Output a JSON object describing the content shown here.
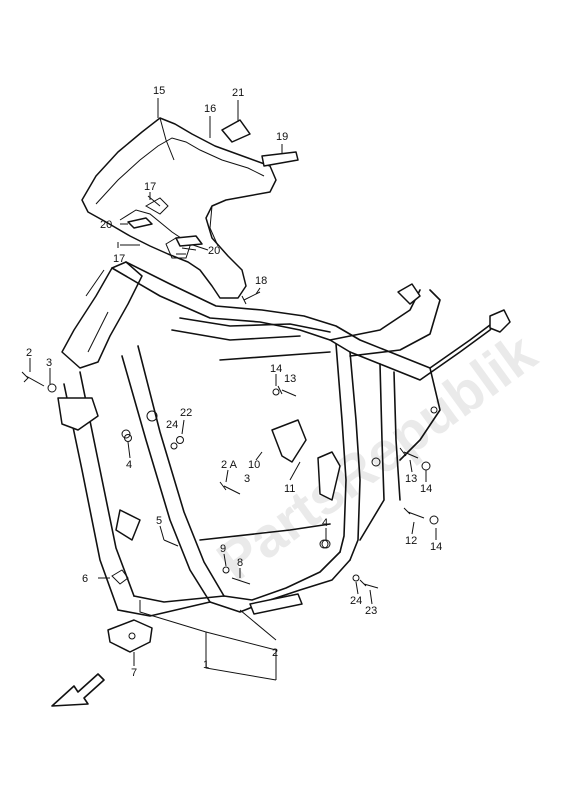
{
  "watermark": "PartsRepublik",
  "callouts": [
    {
      "id": "c15",
      "text": "15"
    },
    {
      "id": "c16",
      "text": "16"
    },
    {
      "id": "c21",
      "text": "21"
    },
    {
      "id": "c19",
      "text": "19"
    },
    {
      "id": "c17a",
      "text": "17"
    },
    {
      "id": "c20a",
      "text": "20"
    },
    {
      "id": "c17b",
      "text": "17"
    },
    {
      "id": "c20b",
      "text": "20"
    },
    {
      "id": "c18",
      "text": "18"
    },
    {
      "id": "c2a",
      "text": "2"
    },
    {
      "id": "c3a",
      "text": "3"
    },
    {
      "id": "c4a",
      "text": "4"
    },
    {
      "id": "c14a",
      "text": "14"
    },
    {
      "id": "c13a",
      "text": "13"
    },
    {
      "id": "c22",
      "text": "22"
    },
    {
      "id": "c24a",
      "text": "24"
    },
    {
      "id": "c10",
      "text": "10"
    },
    {
      "id": "c11",
      "text": "11"
    },
    {
      "id": "c2A",
      "text": "2 A"
    },
    {
      "id": "c3b",
      "text": "3"
    },
    {
      "id": "c5",
      "text": "5"
    },
    {
      "id": "c4b",
      "text": "4"
    },
    {
      "id": "c9",
      "text": "9"
    },
    {
      "id": "c8",
      "text": "8"
    },
    {
      "id": "c6",
      "text": "6"
    },
    {
      "id": "c13b",
      "text": "13"
    },
    {
      "id": "c14b",
      "text": "14"
    },
    {
      "id": "c12",
      "text": "12"
    },
    {
      "id": "c14c",
      "text": "14"
    },
    {
      "id": "c24b",
      "text": "24"
    },
    {
      "id": "c23",
      "text": "23"
    },
    {
      "id": "c7",
      "text": "7"
    },
    {
      "id": "c1",
      "text": "1"
    },
    {
      "id": "c2b",
      "text": "2"
    }
  ]
}
